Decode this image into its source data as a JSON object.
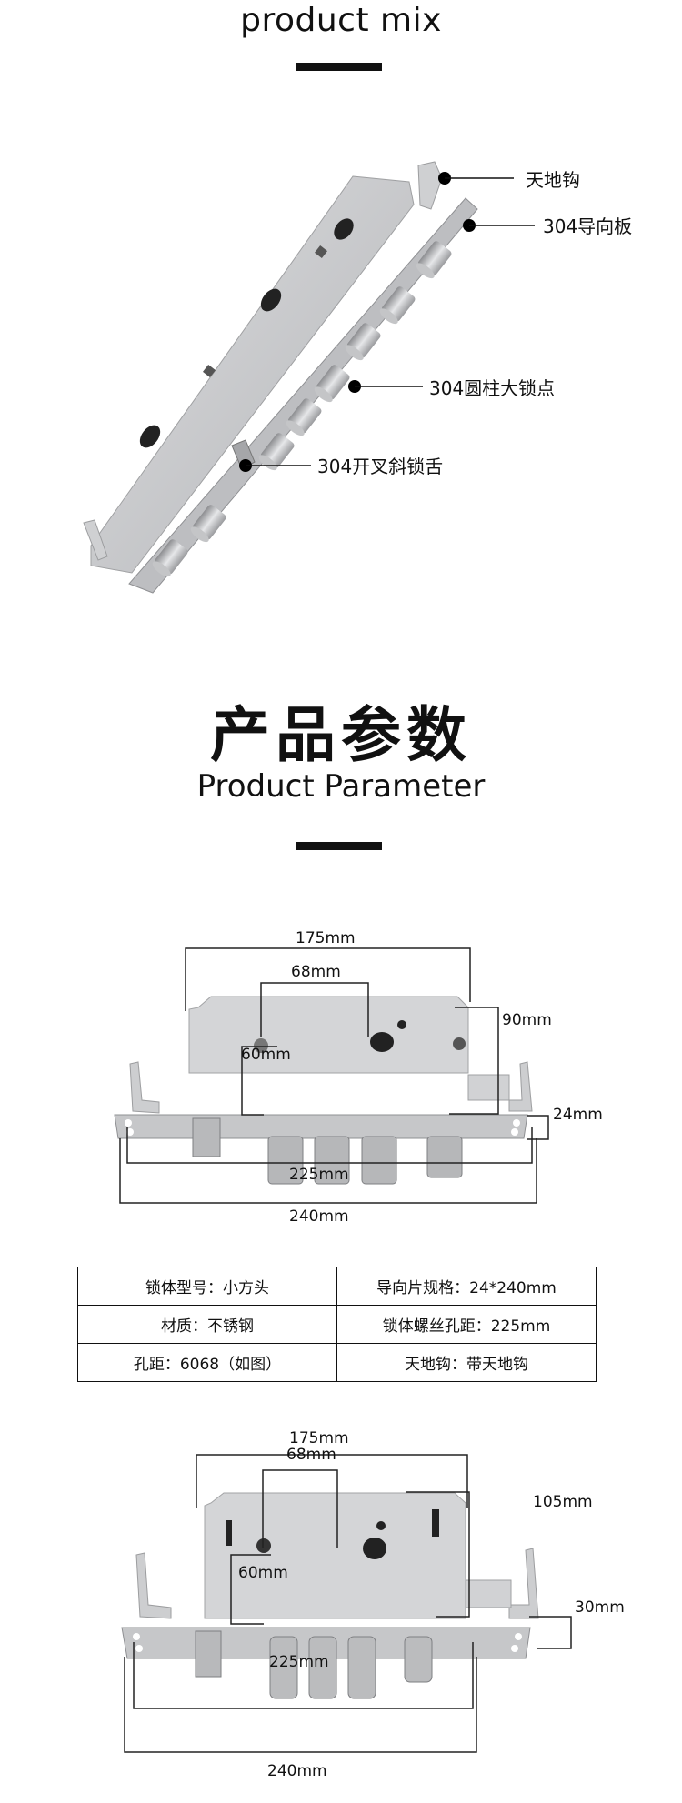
{
  "section1": {
    "title": "product mix",
    "callouts": [
      {
        "label": "天地钩"
      },
      {
        "label": "304导向板"
      },
      {
        "label": "304圆柱大锁点"
      },
      {
        "label": "304开叉斜锁舌"
      }
    ]
  },
  "section2": {
    "title_cn": "产品参数",
    "title_en": "Product Parameter"
  },
  "diagram1": {
    "dims": {
      "width_body": "175mm",
      "spindle_to_cylinder": "68mm",
      "backset": "60mm",
      "height_body": "90mm",
      "faceplate_width": "24mm",
      "screw_spacing": "225mm",
      "faceplate_length": "240mm"
    }
  },
  "spec_table": {
    "rows": [
      [
        "锁体型号：小方头",
        "导向片规格：24*240mm"
      ],
      [
        "材质：不锈钢",
        "锁体螺丝孔距：225mm"
      ],
      [
        "孔距：6068（如图）",
        "天地钩：带天地钩"
      ]
    ]
  },
  "diagram2": {
    "dims": {
      "width_body": "175mm",
      "spindle_to_cylinder": "68mm",
      "backset": "60mm",
      "height_body": "105mm",
      "faceplate_width": "30mm",
      "screw_spacing": "225mm",
      "faceplate_length": "240mm"
    }
  },
  "colors": {
    "text": "#111111",
    "metal": "#c9cacc",
    "metal_dark": "#9a9b9d",
    "background": "#ffffff"
  }
}
